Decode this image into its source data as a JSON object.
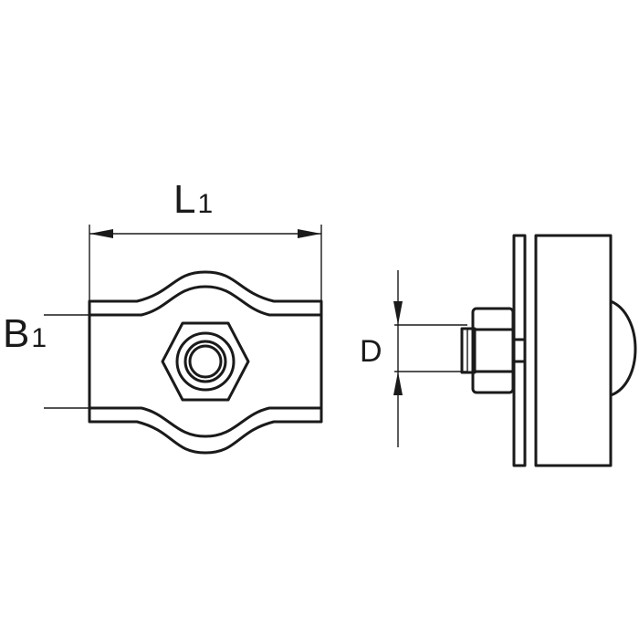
{
  "labels": {
    "length": {
      "main": "L",
      "sub": "1"
    },
    "width": {
      "main": "B",
      "sub": "1"
    },
    "diameter": "D"
  },
  "colors": {
    "ink": "#1a1a1a",
    "background": "#ffffff"
  }
}
